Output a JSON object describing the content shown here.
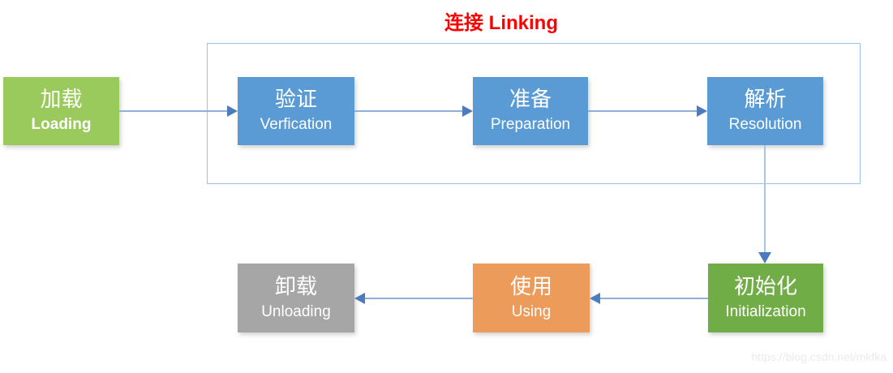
{
  "title": {
    "zh": "连接",
    "en": "Linking",
    "color": "#ff0000"
  },
  "nodes": {
    "loading": {
      "zh": "加载",
      "en": "Loading",
      "color": "#99ca5b"
    },
    "verification": {
      "zh": "验证",
      "en": "Verfication",
      "color": "#5b9bd5"
    },
    "preparation": {
      "zh": "准备",
      "en": "Preparation",
      "color": "#5b9bd5"
    },
    "resolution": {
      "zh": "解析",
      "en": "Resolution",
      "color": "#5b9bd5"
    },
    "initialization": {
      "zh": "初始化",
      "en": "Initialization",
      "color": "#70ad47"
    },
    "using": {
      "zh": "使用",
      "en": "Using",
      "color": "#ed9b5b"
    },
    "unloading": {
      "zh": "卸载",
      "en": "Unloading",
      "color": "#a6a6a6"
    }
  },
  "edges": [
    {
      "from": "loading",
      "to": "verification"
    },
    {
      "from": "verification",
      "to": "preparation"
    },
    {
      "from": "preparation",
      "to": "resolution"
    },
    {
      "from": "resolution",
      "to": "initialization"
    },
    {
      "from": "initialization",
      "to": "using"
    },
    {
      "from": "using",
      "to": "unloading"
    }
  ],
  "colors": {
    "connector_line": "#8fafdd",
    "arrowhead": "#4d7cbe",
    "container_border": "#9cc3e6"
  },
  "watermark": "https://blog.csdn.net/mkfka"
}
